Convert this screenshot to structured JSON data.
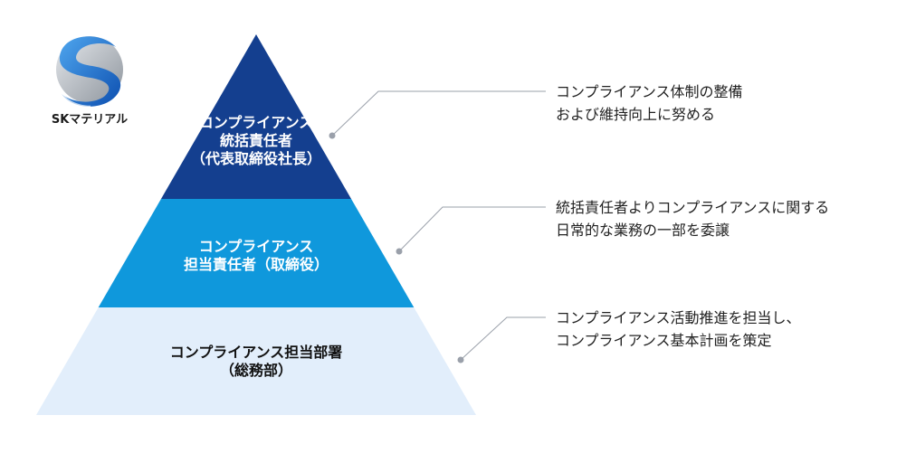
{
  "logo": {
    "name": "SKマテリアル",
    "color_blue": "#1a68c8",
    "color_silver": "#a6acb4"
  },
  "tiers": [
    {
      "lines": [
        "コンプライアンス",
        "統括責任者",
        "（代表取締役社長）"
      ],
      "fill": "#143f8f",
      "text_color": "#ffffff"
    },
    {
      "lines": [
        "コンプライアンス",
        "担当責任者（取締役）"
      ],
      "fill": "#0f98dc",
      "text_color": "#ffffff"
    },
    {
      "lines": [
        "コンプライアンス担当部署",
        "（総務部）"
      ],
      "fill": "#e2eefb",
      "text_color": "#111111"
    }
  ],
  "descriptions": [
    {
      "lines": [
        "コンプライアンス体制の整備",
        "および維持向上に努める"
      ]
    },
    {
      "lines": [
        "統括責任者よりコンプライアンスに関する",
        "日常的な業務の一部を委譲"
      ]
    },
    {
      "lines": [
        "コンプライアンス活動推進を担当し、",
        "コンプライアンス基本計画を策定"
      ]
    }
  ],
  "connector_color": "#9aa0aa"
}
